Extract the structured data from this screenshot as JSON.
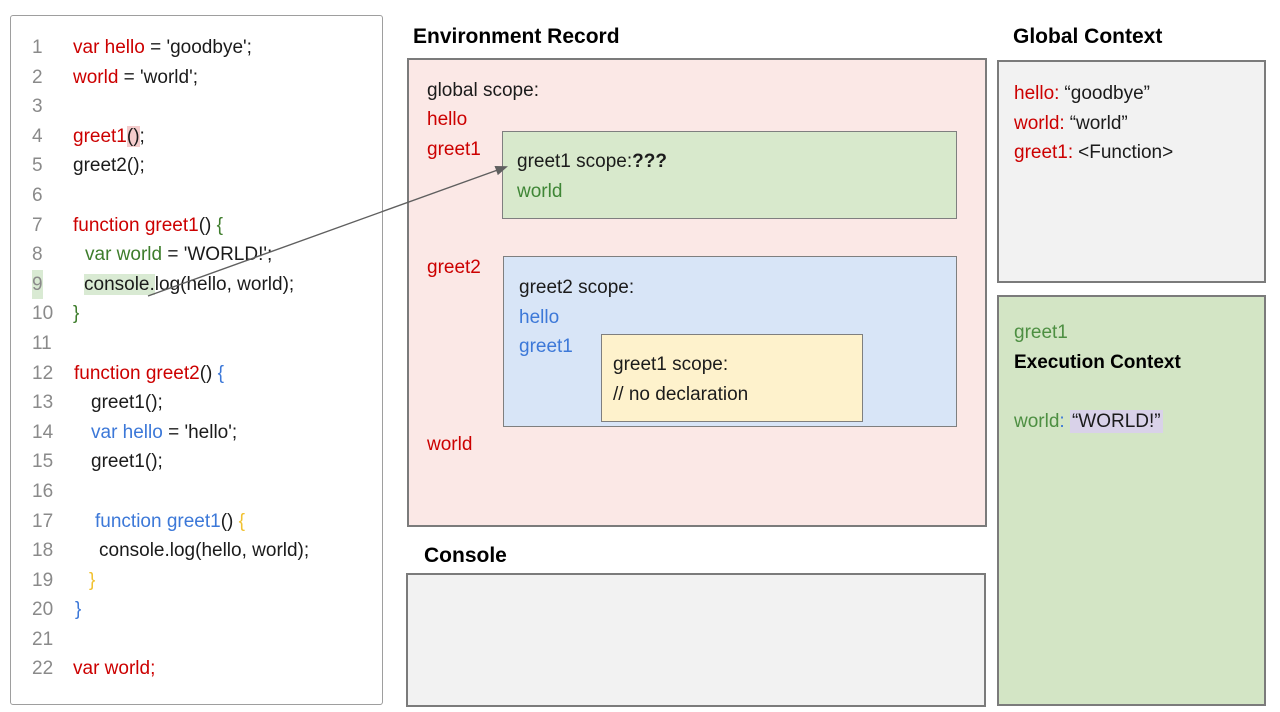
{
  "code": {
    "lines": [
      {
        "num": "1",
        "indent": 62,
        "tokens": [
          {
            "t": "var hello",
            "c": "red"
          },
          {
            "t": " = 'goodbye';",
            "c": "black"
          }
        ]
      },
      {
        "num": "2",
        "indent": 62,
        "tokens": [
          {
            "t": "world",
            "c": "red"
          },
          {
            "t": " = 'world';",
            "c": "black"
          }
        ]
      },
      {
        "num": "3",
        "indent": 62,
        "tokens": []
      },
      {
        "num": "4",
        "indent": 62,
        "tokens": [
          {
            "t": "greet1",
            "c": "red"
          },
          {
            "t": "()",
            "c": "black",
            "bg": "pink"
          },
          {
            "t": ";",
            "c": "black"
          }
        ]
      },
      {
        "num": "5",
        "indent": 62,
        "tokens": [
          {
            "t": "greet2();",
            "c": "black"
          }
        ]
      },
      {
        "num": "6",
        "indent": 62,
        "tokens": []
      },
      {
        "num": "7",
        "indent": 62,
        "tokens": [
          {
            "t": "function greet1",
            "c": "red"
          },
          {
            "t": "() ",
            "c": "black"
          },
          {
            "t": "{",
            "c": "green"
          }
        ]
      },
      {
        "num": "8",
        "indent": 74,
        "tokens": [
          {
            "t": "var world",
            "c": "green"
          },
          {
            "t": " = 'WORLD!';",
            "c": "black"
          }
        ]
      },
      {
        "num": "9",
        "indent": 73,
        "numHl": true,
        "tokens": [
          {
            "t": "console.",
            "c": "black",
            "bg": "green"
          },
          {
            "t": "log(hello, world);",
            "c": "black"
          }
        ]
      },
      {
        "num": "10",
        "indent": 62,
        "tokens": [
          {
            "t": "}",
            "c": "green"
          }
        ]
      },
      {
        "num": "11",
        "indent": 62,
        "tokens": []
      },
      {
        "num": "12",
        "indent": 63,
        "tokens": [
          {
            "t": "function greet2",
            "c": "red"
          },
          {
            "t": "() ",
            "c": "black"
          },
          {
            "t": "{",
            "c": "blue"
          }
        ]
      },
      {
        "num": "13",
        "indent": 80,
        "tokens": [
          {
            "t": "greet1();",
            "c": "black"
          }
        ]
      },
      {
        "num": "14",
        "indent": 80,
        "tokens": [
          {
            "t": "var hello",
            "c": "blue"
          },
          {
            "t": " = 'hello';",
            "c": "black"
          }
        ]
      },
      {
        "num": "15",
        "indent": 80,
        "tokens": [
          {
            "t": "greet1();",
            "c": "black"
          }
        ]
      },
      {
        "num": "16",
        "indent": 62,
        "tokens": []
      },
      {
        "num": "17",
        "indent": 84,
        "tokens": [
          {
            "t": "function greet1",
            "c": "blue"
          },
          {
            "t": "() ",
            "c": "black"
          },
          {
            "t": "{",
            "c": "yellow"
          }
        ]
      },
      {
        "num": "18",
        "indent": 88,
        "tokens": [
          {
            "t": "console.log(hello, world);",
            "c": "black"
          }
        ]
      },
      {
        "num": "19",
        "indent": 78,
        "tokens": [
          {
            "t": "}",
            "c": "yellow"
          }
        ]
      },
      {
        "num": "20",
        "indent": 64,
        "tokens": [
          {
            "t": "}",
            "c": "blue"
          }
        ]
      },
      {
        "num": "21",
        "indent": 62,
        "tokens": []
      },
      {
        "num": "22",
        "indent": 62,
        "tokens": [
          {
            "t": "var world;",
            "c": "red"
          }
        ]
      }
    ]
  },
  "env": {
    "title": "Environment Record",
    "global_label": "global scope:",
    "var_hello": "hello",
    "var_greet1": "greet1",
    "var_greet2": "greet2",
    "var_world": "world",
    "greet1_scope": {
      "title": "greet1 scope:",
      "question": "???",
      "var_world": "world"
    },
    "greet2_scope": {
      "title": "greet2 scope:",
      "var_hello": "hello",
      "var_greet1": "greet1"
    },
    "inner_greet1_scope": {
      "title": "greet1 scope:",
      "comment": "// no declaration"
    }
  },
  "console": {
    "title": "Console"
  },
  "global_context": {
    "title": "Global Context",
    "entries": [
      {
        "name": "hello:",
        "value": "“goodbye”"
      },
      {
        "name": "world:",
        "value": "“world”"
      },
      {
        "name": "greet1:",
        "value": "<Function>"
      }
    ]
  },
  "execution_context": {
    "fn_name": "greet1",
    "title": "Execution Context",
    "entry": {
      "name": "world",
      "colon": ":",
      "value": "“WORLD!”"
    }
  },
  "colors": {
    "keyword_red": "#cc0000",
    "scope_green": "#3e7d2c",
    "scope_blue": "#3c78d8",
    "scope_yellow": "#f1c232",
    "pink_panel": "#fbe8e6",
    "green_panel": "#d8e9cc",
    "blue_panel": "#d8e5f7",
    "yellow_panel": "#fef2cc",
    "gray_panel": "#f2f2f2",
    "highlight_pink": "#f4cccc",
    "highlight_green": "#d9ead3",
    "highlight_lavender": "#d9d2e9"
  }
}
